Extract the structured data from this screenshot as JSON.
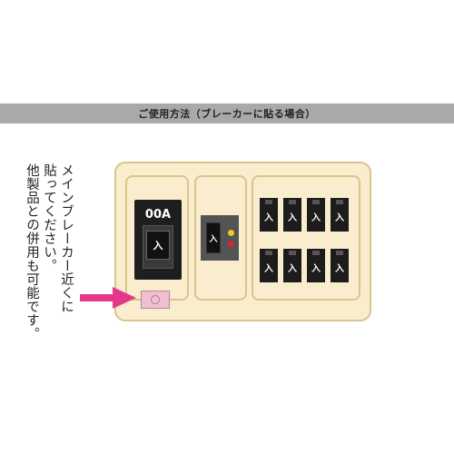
{
  "banner": {
    "title": "ご使用方法（ブレーカーに貼る場合）"
  },
  "instructions": {
    "lines": [
      "メインブレーカー近くに",
      "貼ってください。",
      "他製品との併用も可能です。"
    ]
  },
  "main_breaker": {
    "rating": "00A",
    "switch_label": "入"
  },
  "elcb": {
    "switch_label": "入",
    "indicator_colors": [
      "#f2c81b",
      "#d8262c"
    ]
  },
  "branch_breakers": {
    "rows": [
      [
        "入",
        "入",
        "入",
        "入"
      ],
      [
        "入",
        "入",
        "入",
        "入"
      ]
    ]
  },
  "colors": {
    "panel": "#f9edcd",
    "panel_border": "#d9c48c",
    "arrow": "#e4398a",
    "sticker": "#f1bfd0"
  },
  "icons": {
    "arrow": "arrow-right-icon",
    "sticker": "sticker-icon"
  }
}
